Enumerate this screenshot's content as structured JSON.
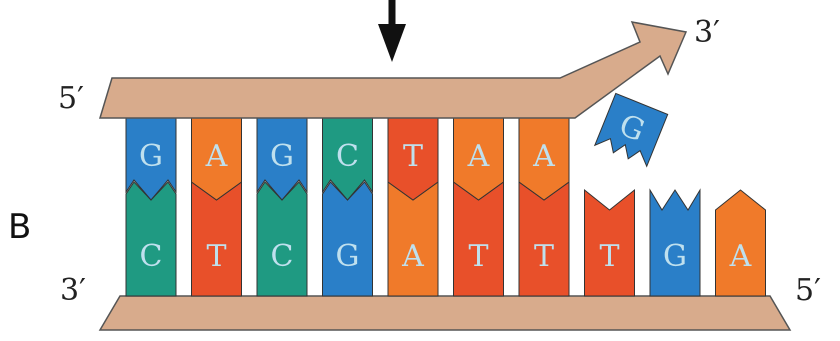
{
  "panel_label": "B",
  "end_labels": {
    "top_left": "5′",
    "top_right": "3′",
    "bottom_left": "3′",
    "bottom_right": "5′"
  },
  "colors": {
    "G": "#2a7fc8",
    "A": "#f07a2a",
    "C": "#1f9a82",
    "T": "#e8502a",
    "backbone": "#d8ab8c",
    "letter": "#bfe0ee"
  },
  "top_strand": [
    "G",
    "A",
    "G",
    "C",
    "T",
    "A",
    "A"
  ],
  "incoming_base": "G",
  "bottom_strand": [
    "C",
    "T",
    "C",
    "G",
    "A",
    "T",
    "T",
    "T",
    "G",
    "A"
  ],
  "icons": {
    "arrow": "down-arrow-icon"
  }
}
